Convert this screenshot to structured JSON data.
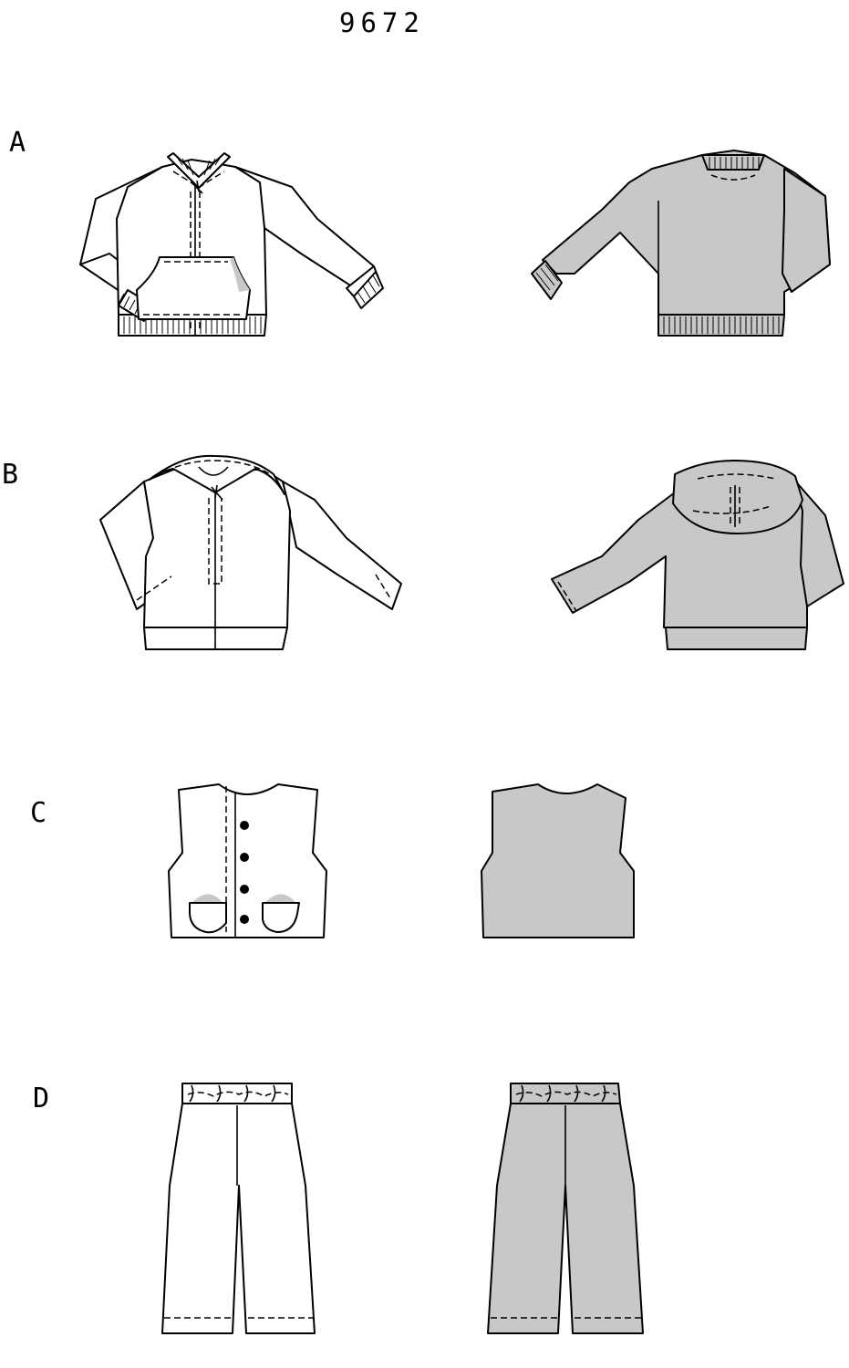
{
  "pattern_number": "9672",
  "views": [
    {
      "id": "A",
      "label": "A"
    },
    {
      "id": "B",
      "label": "B"
    },
    {
      "id": "C",
      "label": "C"
    },
    {
      "id": "D",
      "label": "D"
    }
  ],
  "colors": {
    "line": "#000000",
    "back_view_fill": "#c8c8c8",
    "front_view_fill": "#ffffff"
  }
}
